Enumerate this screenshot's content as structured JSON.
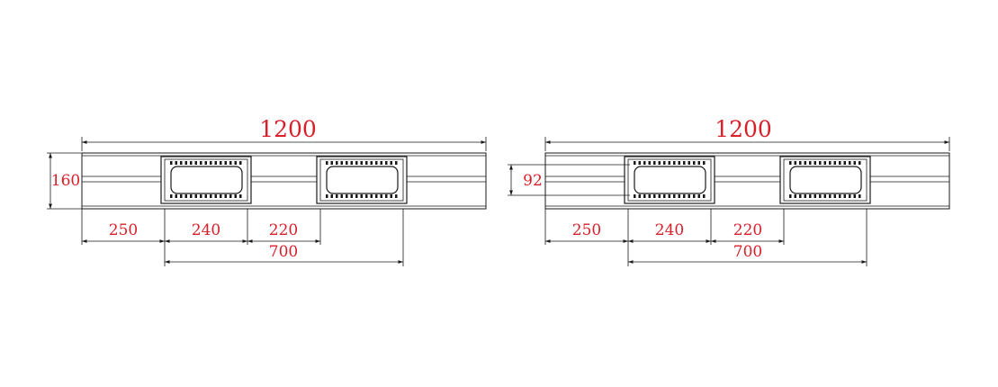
{
  "colors": {
    "dimension_text": "#d8202a",
    "line": "#1a1a1a"
  },
  "views": [
    {
      "overall_length": "1200",
      "height_label": "160",
      "dim_a": "250",
      "dim_b": "240",
      "dim_c": "220",
      "dim_span": "700"
    },
    {
      "overall_length": "1200",
      "height_label": "92",
      "dim_a": "250",
      "dim_b": "240",
      "dim_c": "220",
      "dim_span": "700"
    }
  ]
}
